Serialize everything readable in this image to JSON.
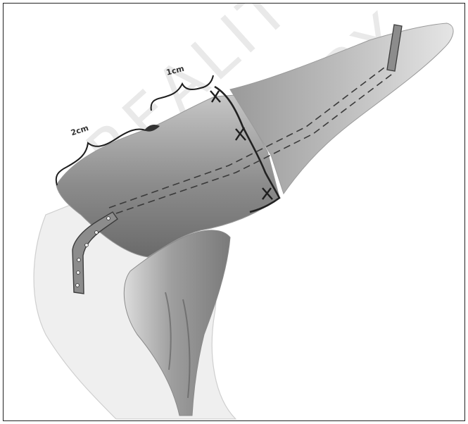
{
  "illustration": {
    "labels": {
      "upper_segment": "1cm",
      "lower_segment": "2cm"
    },
    "watermark": "REALITY LIBRARY",
    "colors": {
      "ink": "#2b2b2b",
      "shading_dark": "#6e6e6e",
      "shading_mid": "#a9a9a9",
      "shading_light": "#d9d9d9",
      "watermark": "#d8d8d8"
    }
  }
}
